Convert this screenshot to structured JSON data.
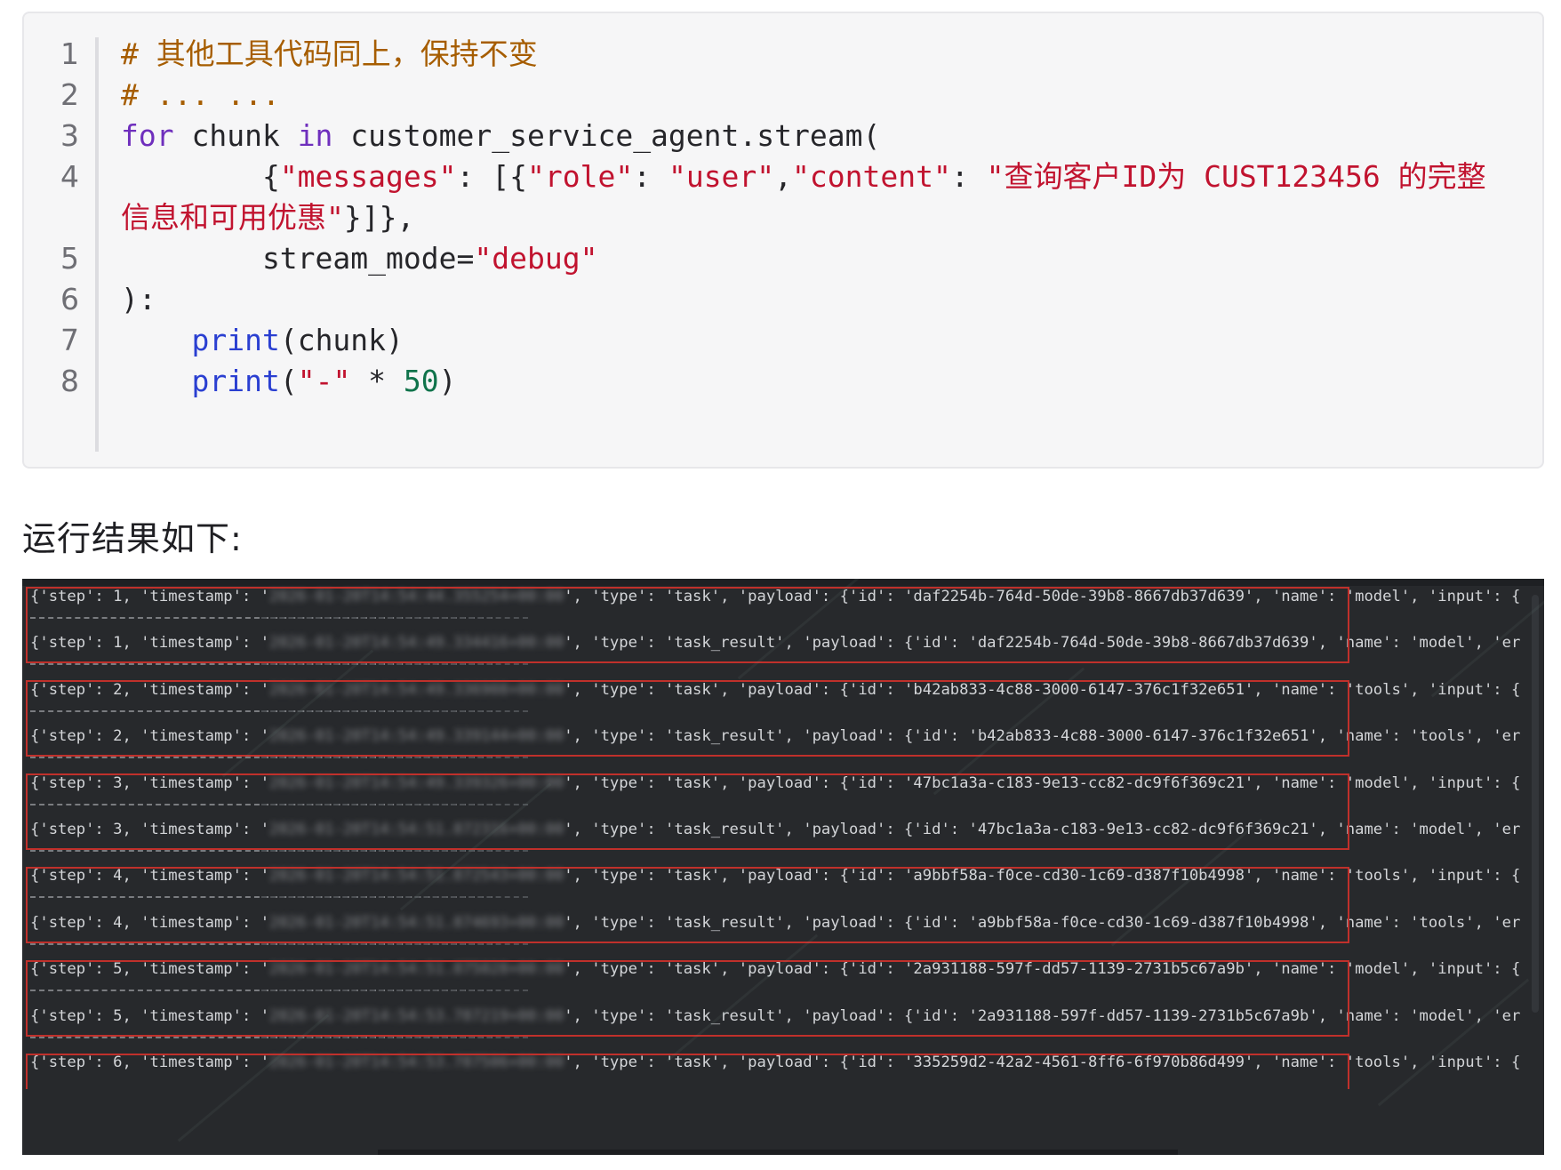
{
  "code_block": {
    "line_numbers": [
      "1",
      "2",
      "3",
      "4",
      "",
      "5",
      "6",
      "7",
      "8"
    ],
    "lines": [
      [
        {
          "t": "# 其他工具代码同上，保持不变",
          "c": "comment"
        }
      ],
      [
        {
          "t": "# ... ...",
          "c": "comment"
        }
      ],
      [
        {
          "t": "for",
          "c": "keyword"
        },
        {
          "t": " chunk ",
          "c": "plain"
        },
        {
          "t": "in",
          "c": "keyword"
        },
        {
          "t": " customer_service_agent.stream(",
          "c": "plain"
        }
      ],
      [
        {
          "t": "        {",
          "c": "plain"
        },
        {
          "t": "\"messages\"",
          "c": "string"
        },
        {
          "t": ": [{",
          "c": "plain"
        },
        {
          "t": "\"role\"",
          "c": "string"
        },
        {
          "t": ": ",
          "c": "plain"
        },
        {
          "t": "\"user\"",
          "c": "string"
        },
        {
          "t": ",",
          "c": "plain"
        },
        {
          "t": "\"content\"",
          "c": "string"
        },
        {
          "t": ": ",
          "c": "plain"
        },
        {
          "t": "\"查询客户ID为 CUST123456 的完整",
          "c": "string"
        }
      ],
      [
        {
          "t": "信息和可用优惠\"",
          "c": "string"
        },
        {
          "t": "}]},",
          "c": "plain"
        }
      ],
      [
        {
          "t": "        stream_mode=",
          "c": "plain"
        },
        {
          "t": "\"debug\"",
          "c": "string"
        }
      ],
      [
        {
          "t": "):",
          "c": "plain"
        }
      ],
      [
        {
          "t": "    ",
          "c": "plain"
        },
        {
          "t": "print",
          "c": "builtin"
        },
        {
          "t": "(chunk)",
          "c": "plain"
        }
      ],
      [
        {
          "t": "    ",
          "c": "plain"
        },
        {
          "t": "print",
          "c": "builtin"
        },
        {
          "t": "(",
          "c": "plain"
        },
        {
          "t": "\"-\"",
          "c": "string"
        },
        {
          "t": " * ",
          "c": "plain"
        },
        {
          "t": "50",
          "c": "number"
        },
        {
          "t": ")",
          "c": "plain"
        }
      ]
    ]
  },
  "result_label": "运行结果如下:",
  "terminal": {
    "log_lines": [
      {
        "prefix": "{'step': 1, 'timestamp': '",
        "ts": "2026-01-20T14:54:44.355254+00:00",
        "suffix": "', 'type': 'task', 'payload': {'id': 'daf2254b-764d-50de-39b8-8667db37d639', 'name': 'model', 'input': {"
      },
      {
        "prefix": "{'step': 1, 'timestamp': '",
        "ts": "2026-01-20T14:54:49.334416+00:00",
        "suffix": "', 'type': 'task_result', 'payload': {'id': 'daf2254b-764d-50de-39b8-8667db37d639', 'name': 'model', 'er"
      },
      {
        "prefix": "{'step': 2, 'timestamp': '",
        "ts": "2026-01-20T14:54:49.336908+00:00",
        "suffix": "', 'type': 'task', 'payload': {'id': 'b42ab833-4c88-3000-6147-376c1f32e651', 'name': 'tools', 'input': {"
      },
      {
        "prefix": "{'step': 2, 'timestamp': '",
        "ts": "2026-01-20T14:54:49.339144+00:00",
        "suffix": "', 'type': 'task_result', 'payload': {'id': 'b42ab833-4c88-3000-6147-376c1f32e651', 'name': 'tools', 'er"
      },
      {
        "prefix": "{'step': 3, 'timestamp': '",
        "ts": "2026-01-20T14:54:49.339326+00:00",
        "suffix": "', 'type': 'task', 'payload': {'id': '47bc1a3a-c183-9e13-cc82-dc9f6f369c21', 'name': 'model', 'input': {"
      },
      {
        "prefix": "{'step': 3, 'timestamp': '",
        "ts": "2026-01-20T14:54:51.872316+00:00",
        "suffix": "', 'type': 'task_result', 'payload': {'id': '47bc1a3a-c183-9e13-cc82-dc9f6f369c21', 'name': 'model', 'er"
      },
      {
        "prefix": "{'step': 4, 'timestamp': '",
        "ts": "2026-01-20T14:54:51.872543+00:00",
        "suffix": "', 'type': 'task', 'payload': {'id': 'a9bbf58a-f0ce-cd30-1c69-d387f10b4998', 'name': 'tools', 'input': {"
      },
      {
        "prefix": "{'step': 4, 'timestamp': '",
        "ts": "2026-01-20T14:54:51.874693+00:00",
        "suffix": "', 'type': 'task_result', 'payload': {'id': 'a9bbf58a-f0ce-cd30-1c69-d387f10b4998', 'name': 'tools', 'er"
      },
      {
        "prefix": "{'step': 5, 'timestamp': '",
        "ts": "2026-01-20T14:54:51.875028+00:00",
        "suffix": "', 'type': 'task', 'payload': {'id': '2a931188-597f-dd57-1139-2731b5c67a9b', 'name': 'model', 'input': {"
      },
      {
        "prefix": "{'step': 5, 'timestamp': '",
        "ts": "2026-01-20T14:54:53.787219+00:00",
        "suffix": "', 'type': 'task_result', 'payload': {'id': '2a931188-597f-dd57-1139-2731b5c67a9b', 'name': 'model', 'er"
      },
      {
        "prefix": "{'step': 6, 'timestamp': '",
        "ts": "2026-01-20T14:54:53.787506+00:00",
        "suffix": "', 'type': 'task', 'payload': {'id': '335259d2-42a2-4561-8ff6-6f970b86d499', 'name': 'tools', 'input': {"
      }
    ],
    "separator": "--------------------------------------------------"
  },
  "colors": {
    "comment": "#a65d00",
    "keyword": "#6f2fbd",
    "builtin": "#2a3fd1",
    "string": "#c1132f",
    "number": "#10734b",
    "terminal_bg": "#27292c",
    "highlight_box": "#c0302b"
  }
}
